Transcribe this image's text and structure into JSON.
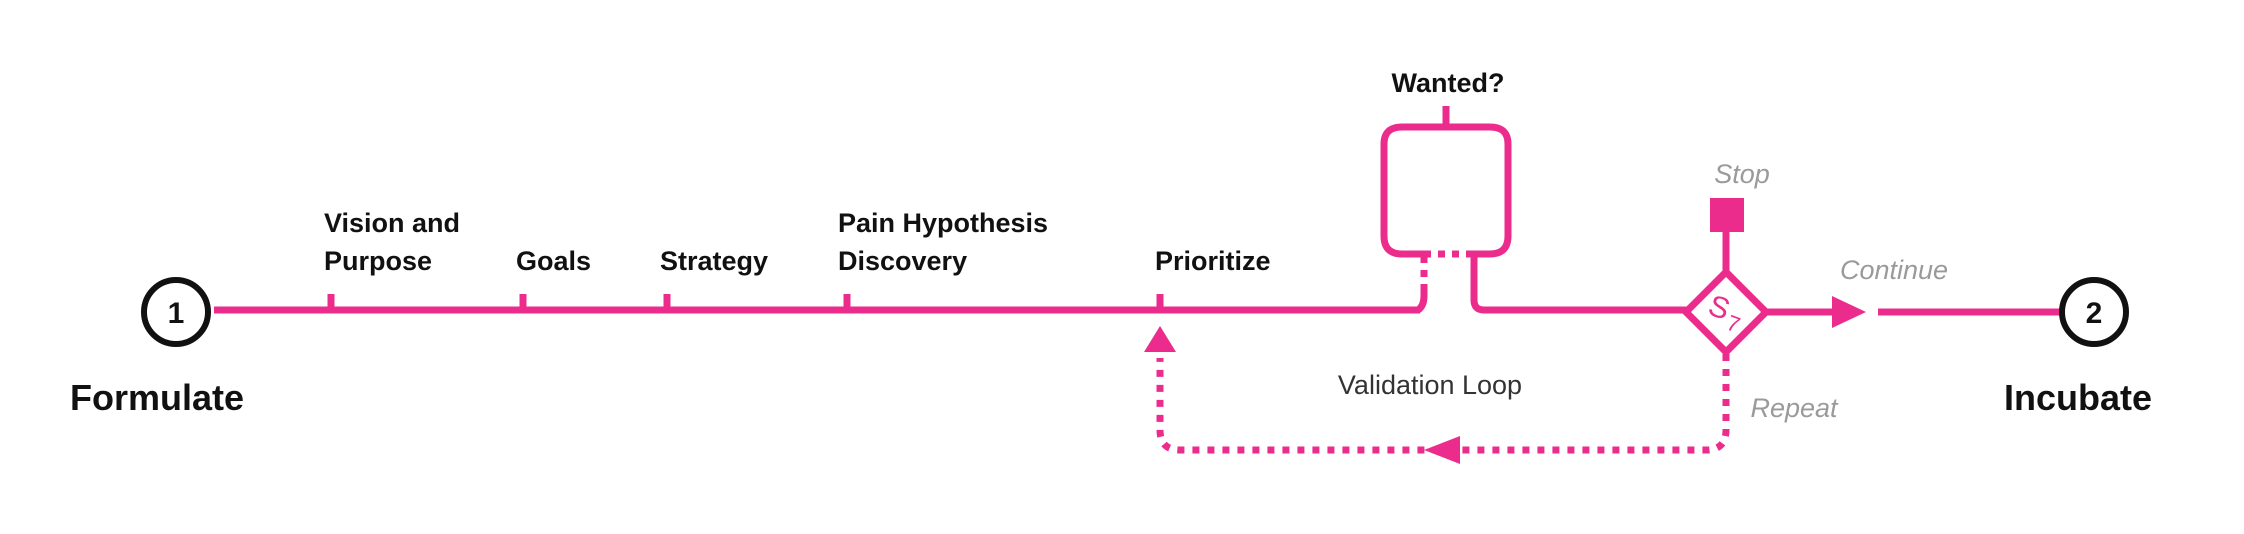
{
  "colors": {
    "accent": "#ec2c8c",
    "text": "#111111",
    "muted": "#9a9a9a"
  },
  "start": {
    "number": "1",
    "label": "Formulate"
  },
  "end": {
    "number": "2",
    "label": "Incubate"
  },
  "steps": [
    {
      "line1": "Vision and",
      "line2": "Purpose"
    },
    {
      "line1": "Goals"
    },
    {
      "line1": "Strategy"
    },
    {
      "line1": "Pain Hypothesis",
      "line2": "Discovery"
    },
    {
      "line1": "Prioritize"
    }
  ],
  "wanted_label": "Wanted?",
  "decision": {
    "symbol": "S",
    "subscript": "7"
  },
  "stop_label": "Stop",
  "continue_label": "Continue",
  "repeat_label": "Repeat",
  "loop_label": "Validation Loop"
}
